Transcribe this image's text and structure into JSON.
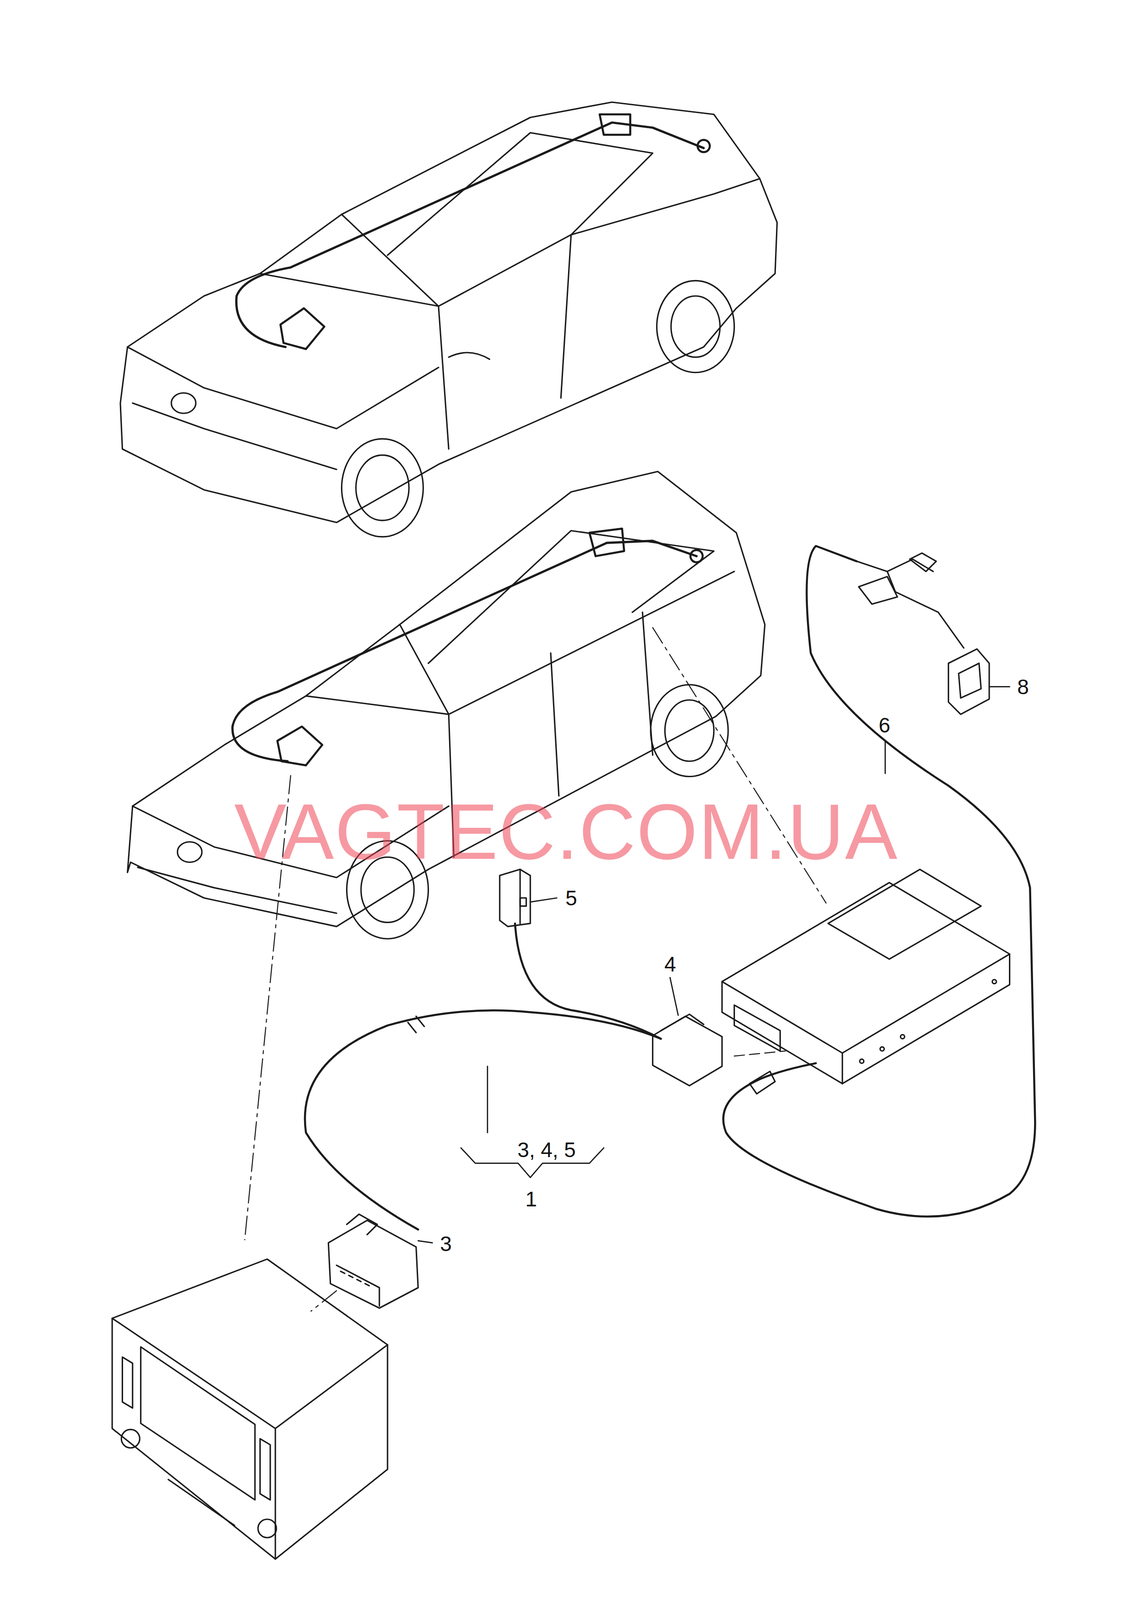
{
  "diagram": {
    "labels": [
      "8",
      "6",
      "5",
      "4",
      "3, 4, 5",
      "1",
      "3",
      "VAGTEC.COM.UA"
    ]
  }
}
